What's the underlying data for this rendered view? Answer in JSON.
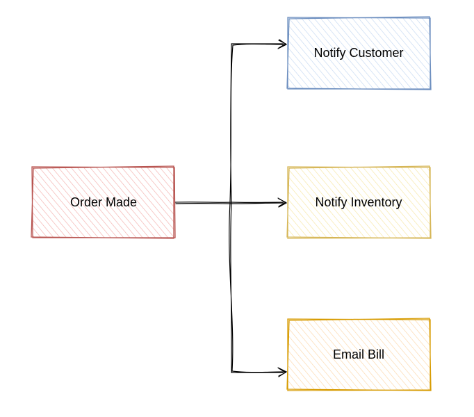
{
  "diagram": {
    "source": {
      "label": "Order Made",
      "stroke": "#b85450",
      "fill": "#f8cecc"
    },
    "targets": [
      {
        "label": "Notify Customer",
        "stroke": "#6c8ebf",
        "fill": "#dae8fc"
      },
      {
        "label": "Notify Inventory",
        "stroke": "#d6b656",
        "fill": "#fff2cc"
      },
      {
        "label": "Email Bill",
        "stroke": "#d79b00",
        "fill": "#ffe6cc"
      }
    ],
    "edge_color": "#000000"
  }
}
